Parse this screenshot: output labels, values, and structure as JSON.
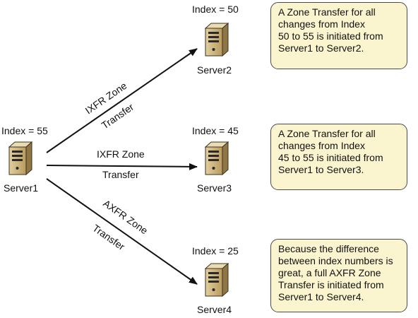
{
  "colors": {
    "note_fill": "#fbf5cf",
    "note_border": "#4a4a4a",
    "server_body": "#c9b07a",
    "arrow": "#111111"
  },
  "servers": [
    {
      "id": "server1",
      "label": "Server1",
      "index_label": "Index = 55",
      "icon": "server-tower-icon"
    },
    {
      "id": "server2",
      "label": "Server2",
      "index_label": "Index = 50",
      "icon": "server-tower-icon"
    },
    {
      "id": "server3",
      "label": "Server3",
      "index_label": "Index = 45",
      "icon": "server-tower-icon"
    },
    {
      "id": "server4",
      "label": "Server4",
      "index_label": "Index = 25",
      "icon": "server-tower-icon"
    }
  ],
  "transfers": [
    {
      "from": "Server1",
      "to": "Server2",
      "line1": "IXFR Zone",
      "line2": "Transfer"
    },
    {
      "from": "Server1",
      "to": "Server3",
      "line1": "IXFR Zone",
      "line2": "Transfer"
    },
    {
      "from": "Server1",
      "to": "Server4",
      "line1": "AXFR Zone",
      "line2": "Transfer"
    }
  ],
  "notes": [
    {
      "lines": [
        "A Zone Transfer for all",
        "changes from Index",
        "50 to 55 is initiated from",
        "Server1 to Server2."
      ]
    },
    {
      "lines": [
        "A Zone Transfer for all",
        "changes from Index",
        "45 to 55 is initiated from",
        "Server1 to Server3."
      ]
    },
    {
      "lines": [
        "Because the difference",
        "between index numbers is",
        "great, a full AXFR Zone",
        "Transfer is initiated from",
        "Server1 to Server4."
      ]
    }
  ]
}
